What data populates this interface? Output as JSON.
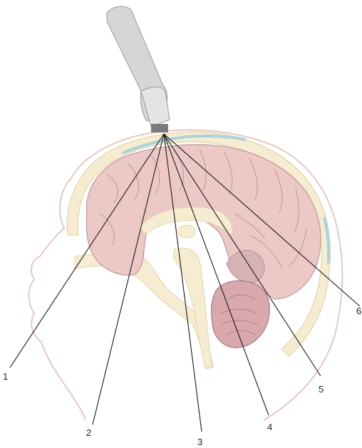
{
  "diagram": {
    "labels": [
      "1",
      "2",
      "3",
      "4",
      "5",
      "6"
    ],
    "colors": {
      "brain": "#ecc9c7",
      "brain_outline": "#b98f8e",
      "cerebellum": "#d8a8ad",
      "skin_outline": "#e3c9c2",
      "bone": "#f5ecd2",
      "bone_outline": "#e6d3a8",
      "fontanelle": "#a9d3dc",
      "probe_handle": "#d6d6d6",
      "probe_tip": "#7a7a7a",
      "rays": "#1a1a1a"
    },
    "icons": [
      "ultrasound-probe-icon"
    ]
  }
}
